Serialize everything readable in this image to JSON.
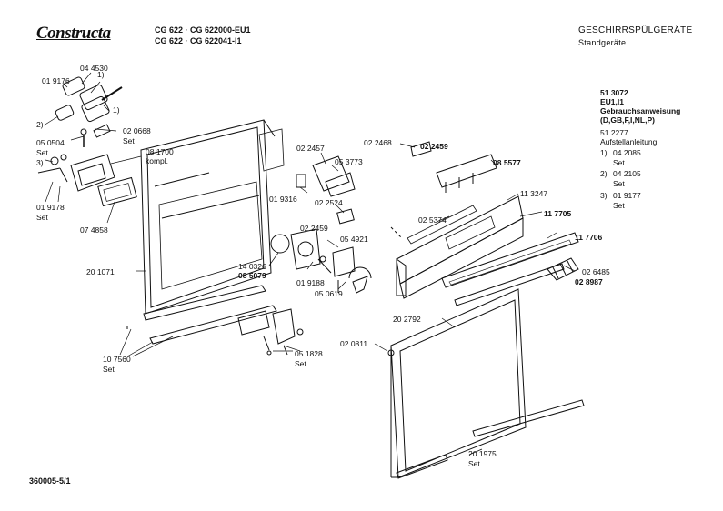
{
  "header": {
    "brand": "Constructa",
    "model_line_1": "CG 622 · CG 622000-EU1",
    "model_line_2": "CG 622 · CG 622041-I1",
    "category": "GESCHIRRSPÜLGERÄTE",
    "subcategory": "Standgeräte"
  },
  "side_info": {
    "doc1_number": "51 3072",
    "doc1_variant": "EU1,I1",
    "doc1_title": "Gebrauchsanweisung",
    "doc1_languages": "(D,GB,F,I,NL,P)",
    "doc2_number": "51 2277",
    "doc2_title": "Aufstellanleitung",
    "note1_key": "1)",
    "note1_part": "04 2085",
    "note1_set": "Set",
    "note2_key": "2)",
    "note2_part": "04 2105",
    "note2_set": "Set",
    "note3_key": "3)",
    "note3_part": "01 9177",
    "note3_set": "Set"
  },
  "parts": {
    "p044530": "04 4530",
    "p019176": "01 9176",
    "fn1a": "1)",
    "fn1b": "1)",
    "fn2": "2)",
    "p020668": "02 0668",
    "set_a": "Set",
    "p050504": "05 0504",
    "set_b": "Set",
    "p081700": "08 1700",
    "kompl": "kompl.",
    "fn3": "3)",
    "p019178": "01 9178",
    "set_c": "Set",
    "p074858": "07 4858",
    "p201071": "20 1071",
    "p107560": "10 7560",
    "set_d": "Set",
    "p022457": "02 2457",
    "p053773": "05 3773",
    "p019316": "01 9316",
    "p022524": "02 2524",
    "p022459a": "02 2459",
    "p054921": "05 4921",
    "p140326": "14 0326",
    "p085079": "08 5079",
    "p019188": "01 9188",
    "p050619": "05 0619",
    "p051828": "05 1828",
    "set_e": "Set",
    "p022468": "02 2468",
    "p022459b": "02 2459",
    "p085577": "08 5577",
    "p113247": "11 3247",
    "p025374": "02 5374",
    "p117705": "11 7705",
    "p117706": "11 7706",
    "p026485": "02 6485",
    "p028987": "02 8987",
    "p202792": "20 2792",
    "p020811": "02 0811",
    "p201975": "20 1975",
    "set_f": "Set"
  },
  "footer": {
    "doc_number": "360005-5/1"
  },
  "colors": {
    "ink": "#111111",
    "background": "#ffffff"
  }
}
